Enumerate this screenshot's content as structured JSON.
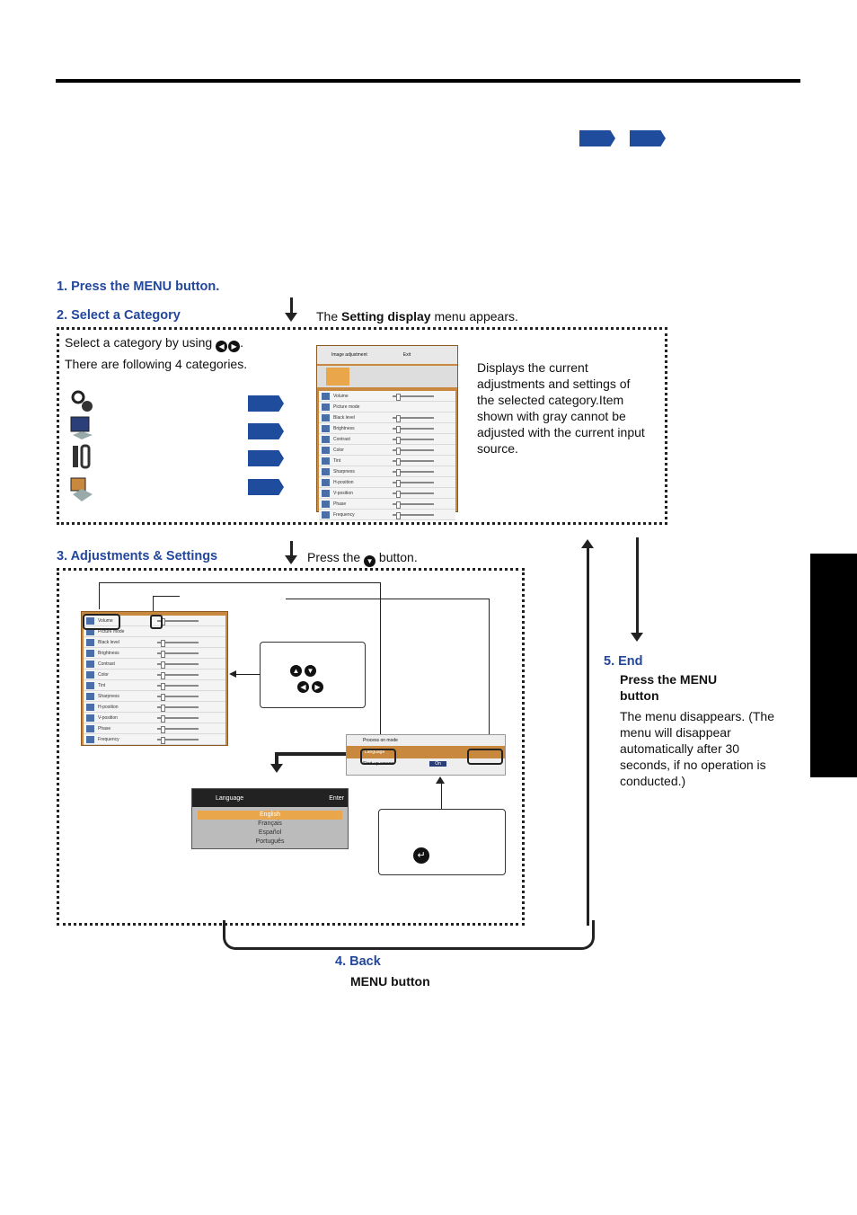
{
  "steps": {
    "step1": "1. Press the MENU button.",
    "step2": "2. Select a Category",
    "step3": "3. Adjustments & Settings",
    "step4": "4. Back",
    "step4_sub": "MENU button",
    "step5": "5. End",
    "step5_sub1": "Press the MENU",
    "step5_sub2": "button"
  },
  "step2": {
    "menu_appears_pre": "The ",
    "menu_appears_bold": "Setting display",
    "menu_appears_post": " menu appears.",
    "select_text": "Select a category by using",
    "categories_text": "There are following 4 categories.",
    "display_desc": "Displays the current adjustments and settings of the selected category.Item shown with gray cannot be adjusted with the current input source.",
    "osd_title": "Image adjustment",
    "osd_exit": "Exit",
    "osd_rows": [
      "Volume",
      "Picture mode",
      "Black level",
      "Brightness",
      "Contrast",
      "Color",
      "Tint",
      "Sharpness",
      "H-position",
      "V-position",
      "Phase",
      "Frequency"
    ],
    "category_icons": [
      "image-adjustment-icon",
      "display-settings-icon",
      "tools-icon",
      "setting-display-icon"
    ]
  },
  "step3": {
    "press_pre": "Press the",
    "press_post": "button.",
    "osd_rows": [
      "Volume",
      "Picture mode",
      "Black level",
      "Brightness",
      "Contrast",
      "Color",
      "Tint",
      "Sharpness",
      "H-position",
      "V-position",
      "Phase",
      "Frequency"
    ],
    "lang_title": "Language",
    "lang_enter": "Enter",
    "languages": [
      "English",
      "Français",
      "Español",
      "Português"
    ],
    "small_osd_rows": [
      "Process on mode",
      "Language",
      "Start-up screen"
    ],
    "small_osd_on": "On"
  },
  "step5": {
    "desc": "The menu disappears. (The menu will disappear automatically after 30 seconds, if no operation is conducted.)"
  },
  "colors": {
    "accent": "#23479b",
    "flag": "#1f4c9c",
    "osd": "#c8893e"
  }
}
